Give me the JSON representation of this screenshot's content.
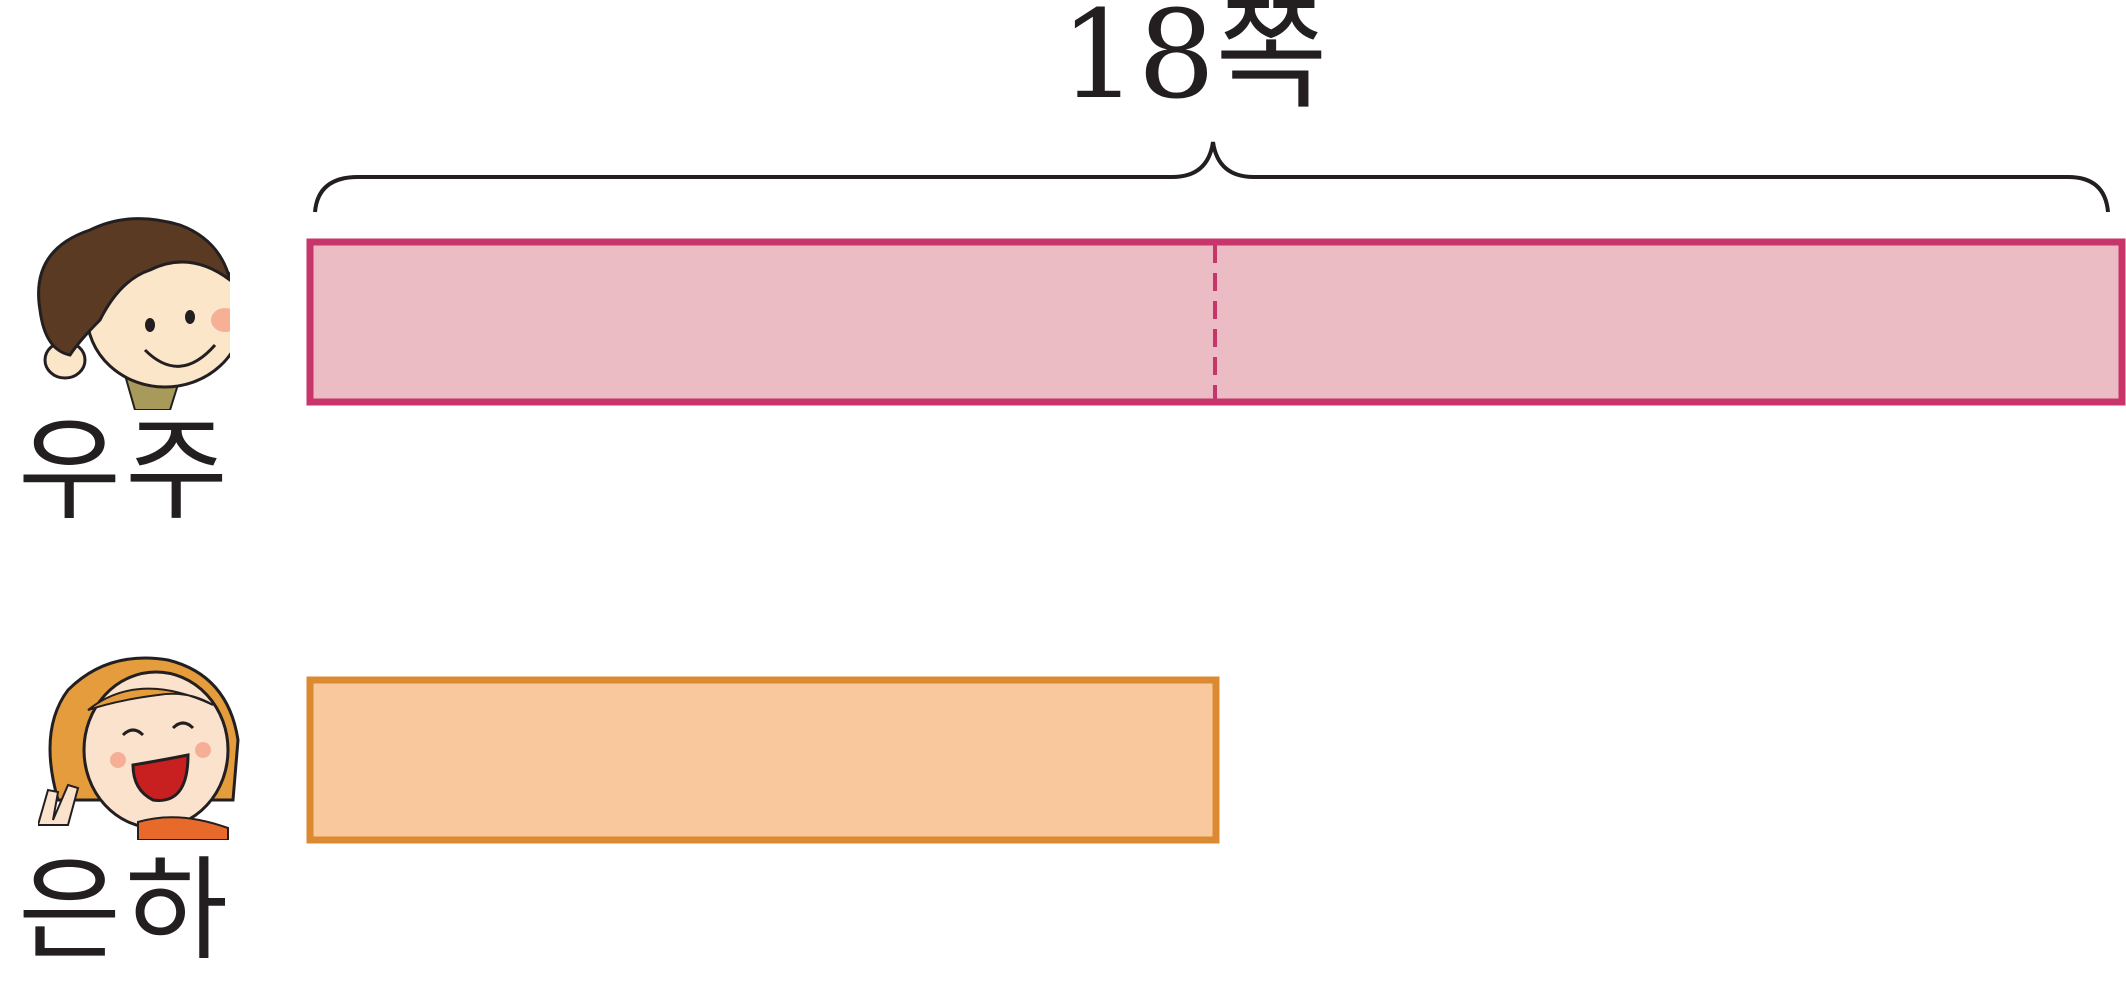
{
  "diagram": {
    "total_label": "18쪽",
    "people": [
      {
        "name": "우주",
        "bar_parts": 2,
        "bar_fill": "#ecbcc5",
        "bar_border": "#c8356a",
        "avatar": "boy-avatar"
      },
      {
        "name": "은하",
        "bar_parts": 1,
        "bar_fill": "#fac89d",
        "bar_border": "#dc8a32",
        "avatar": "girl-avatar"
      }
    ],
    "brace_color": "#231f20"
  }
}
